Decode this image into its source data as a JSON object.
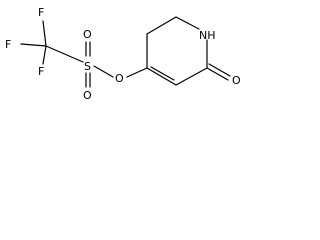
{
  "molecule": {
    "atom_labels": {
      "f_top": "F",
      "f_left": "F",
      "f_bottom": "F",
      "o_sulfonyl_top": "O",
      "o_sulfonyl_bottom": "O",
      "sulfur": "S",
      "o_ester": "O",
      "nh": "NH",
      "o_carbonyl": "O"
    },
    "colors": {
      "bond": "#000000",
      "label": "#000000",
      "background": "#ffffff"
    }
  }
}
